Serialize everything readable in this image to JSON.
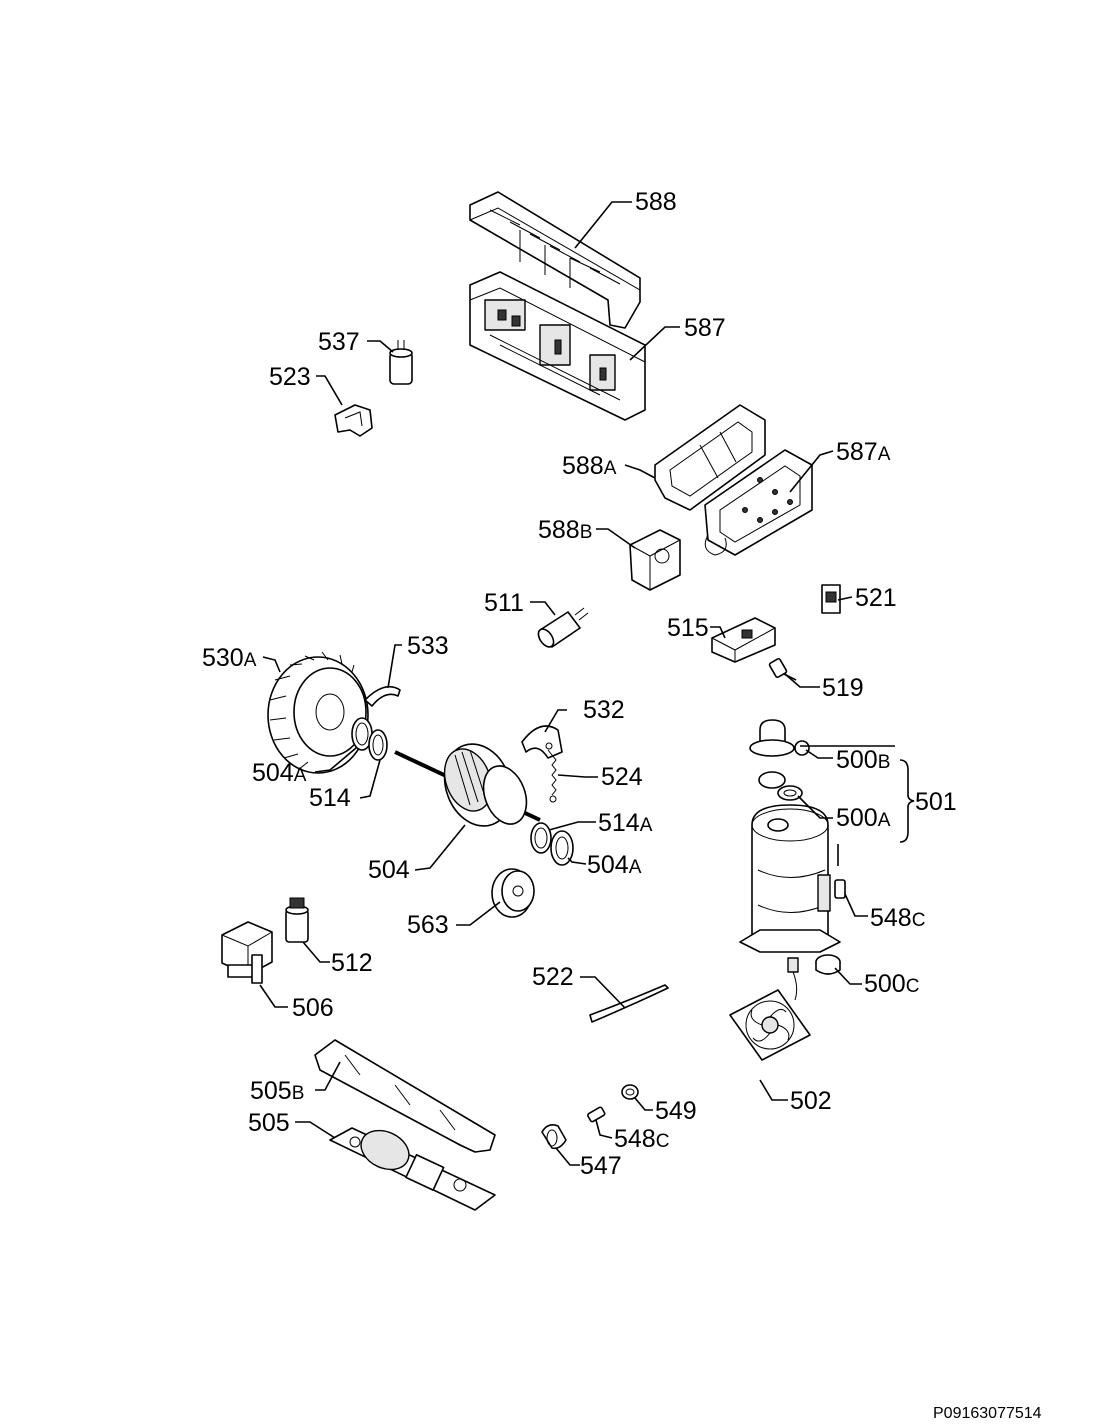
{
  "labels": {
    "l588": {
      "num": "588",
      "suf": ""
    },
    "l587": {
      "num": "587",
      "suf": ""
    },
    "l537": {
      "num": "537",
      "suf": ""
    },
    "l523": {
      "num": "523",
      "suf": ""
    },
    "l588A": {
      "num": "588",
      "suf": "A"
    },
    "l587A": {
      "num": "587",
      "suf": "A"
    },
    "l588B": {
      "num": "588",
      "suf": "B"
    },
    "l511": {
      "num": "511",
      "suf": ""
    },
    "l521": {
      "num": "521",
      "suf": ""
    },
    "l515": {
      "num": "515",
      "suf": ""
    },
    "l519": {
      "num": "519",
      "suf": ""
    },
    "l530A": {
      "num": "530",
      "suf": "A"
    },
    "l533": {
      "num": "533",
      "suf": ""
    },
    "l532": {
      "num": "532",
      "suf": ""
    },
    "l524": {
      "num": "524",
      "suf": ""
    },
    "l504A1": {
      "num": "504",
      "suf": "A"
    },
    "l514": {
      "num": "514",
      "suf": ""
    },
    "l514A": {
      "num": "514",
      "suf": "A"
    },
    "l504": {
      "num": "504",
      "suf": ""
    },
    "l504A2": {
      "num": "504",
      "suf": "A"
    },
    "l500B": {
      "num": "500",
      "suf": "B"
    },
    "l500A": {
      "num": "500",
      "suf": "A"
    },
    "l501": {
      "num": "501",
      "suf": ""
    },
    "l548C1": {
      "num": "548",
      "suf": "C"
    },
    "l563": {
      "num": "563",
      "suf": ""
    },
    "l512": {
      "num": "512",
      "suf": ""
    },
    "l506": {
      "num": "506",
      "suf": ""
    },
    "l522": {
      "num": "522",
      "suf": ""
    },
    "l500C": {
      "num": "500",
      "suf": "C"
    },
    "l505B": {
      "num": "505",
      "suf": "B"
    },
    "l505": {
      "num": "505",
      "suf": ""
    },
    "l502": {
      "num": "502",
      "suf": ""
    },
    "l549": {
      "num": "549",
      "suf": ""
    },
    "l548C2": {
      "num": "548",
      "suf": "C"
    },
    "l547": {
      "num": "547",
      "suf": ""
    }
  },
  "document_id": "P09163077514"
}
